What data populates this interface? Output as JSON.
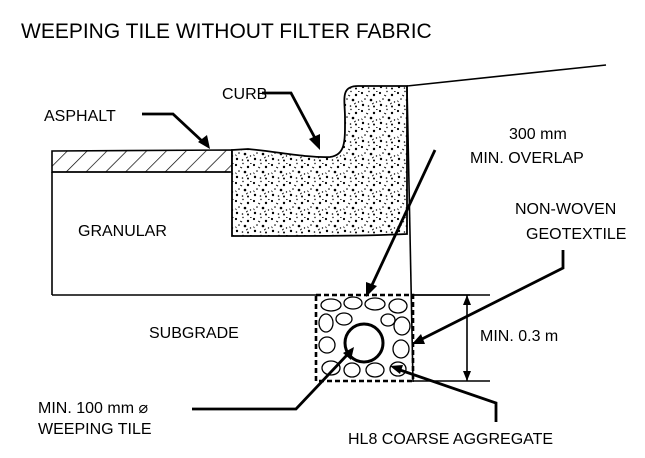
{
  "title": "WEEPING TILE WITHOUT FILTER FABRIC",
  "labels": {
    "curb": "CURB",
    "asphalt": "ASPHALT",
    "granular": "GRANULAR",
    "subgrade": "SUBGRADE",
    "overlap_line1": "300 mm",
    "overlap_line2": "MIN. OVERLAP",
    "geotextile_line1": "NON-WOVEN",
    "geotextile_line2": "GEOTEXTILE",
    "depth": "MIN. 0.3 m",
    "tile_line1": "MIN. 100 mm ⌀",
    "tile_line2": "WEEPING TILE",
    "aggregate": "HL8 COARSE AGGREGATE"
  },
  "colors": {
    "ink": "#000000",
    "background": "#ffffff"
  }
}
